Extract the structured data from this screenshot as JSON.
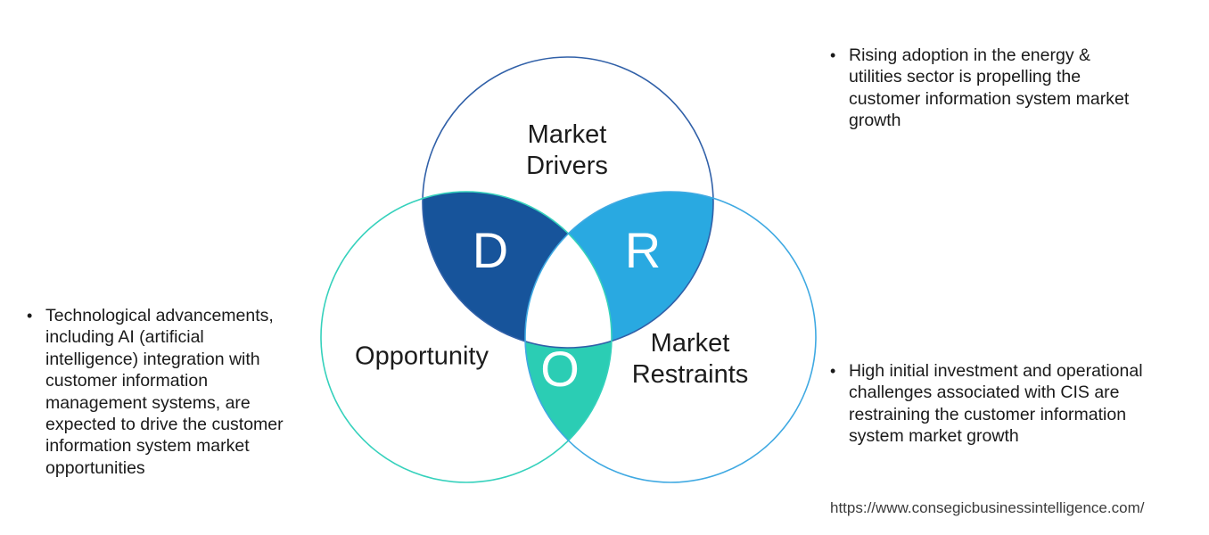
{
  "diagram": {
    "colors": {
      "drivers_fill": "#17549B",
      "restraints_fill": "#29A9E1",
      "opportunity_fill": "#2BCDB4",
      "drivers_stroke": "#3060A8",
      "opportunity_stroke": "#35D1BC",
      "restraints_stroke": "#3FA9E2",
      "letter_color": "#FFFFFF"
    },
    "circles": {
      "drivers": {
        "label": "Market\nDrivers",
        "letter": "D"
      },
      "opportunity": {
        "label": "Opportunity",
        "letter": "O"
      },
      "restraints": {
        "label": "Market\nRestraints",
        "letter": "R"
      }
    }
  },
  "notes": {
    "left": {
      "bullet": "•",
      "text": "Technological advancements,\nincluding AI (artificial\nintelligence) integration with\ncustomer information\nmanagement systems, are\nexpected to drive the customer\ninformation system market\nopportunities"
    },
    "top_right": {
      "bullet": "•",
      "text": "Rising adoption in the energy &\nutilities sector is propelling the\ncustomer information system market\ngrowth"
    },
    "bottom_right": {
      "bullet": "•",
      "text": "High initial investment and operational\nchallenges associated with CIS are\nrestraining the customer information\nsystem market growth"
    }
  },
  "footer": {
    "url": "https://www.consegicbusinessintelligence.com/"
  }
}
